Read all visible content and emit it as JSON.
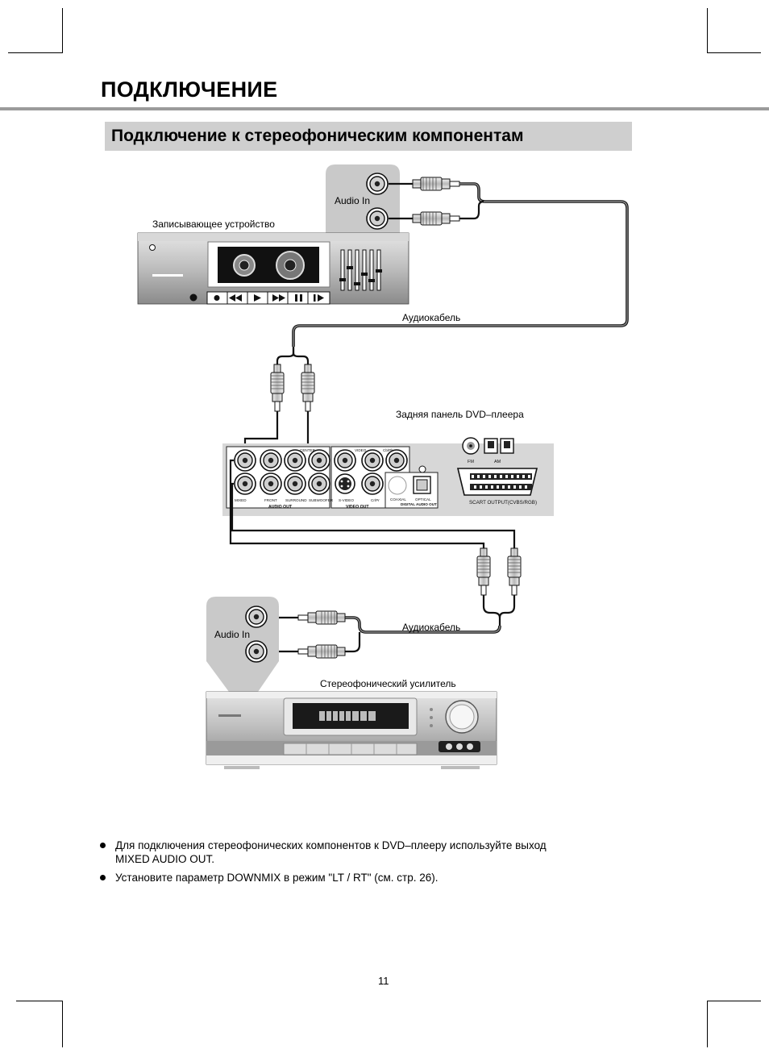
{
  "header": {
    "title": "ПОДКЛЮЧЕНИЕ",
    "section_title": "Подключение к стереофоническим компонентам"
  },
  "diagram": {
    "recorder_label": "Записывающее устройство",
    "recorder_input_label": "Audio In",
    "cable_label_top": "Аудиокабель",
    "dvd_rear_panel_label": "Задняя панель DVD–плеера",
    "cable_label_bottom": "Аудиокабель",
    "amplifier_input_label": "Audio In",
    "amplifier_label": "Стереофонический усилитель",
    "panel": {
      "audio_out": "AUDIO OUT",
      "video_out": "VIDEO OUT",
      "digital_audio_out": "DIGITAL AUDIO OUT",
      "mixed": "MIXED",
      "front": "FRONT",
      "surround": "SURROUND",
      "subwoofer": "SUBWOOFER",
      "center": "CENTER",
      "s_video": "S-VIDEO",
      "video": "VIDEO",
      "cb_pb": "Cb/Pb",
      "cr_pr": "Cr/Pr",
      "coaxial": "COAXIAL",
      "optical": "OPTICAL",
      "fm": "FM",
      "am": "AM",
      "scart": "SCART OUTPUT(CVBS/RGB)"
    }
  },
  "notes": [
    "Для подключения стереофонических компонентов к DVD–плееру используйте выход MIXED AUDIO OUT.",
    "Установите параметр DOWNMIX в режим \"LT / RT\" (см. стр. 26)."
  ],
  "page_number": "11"
}
